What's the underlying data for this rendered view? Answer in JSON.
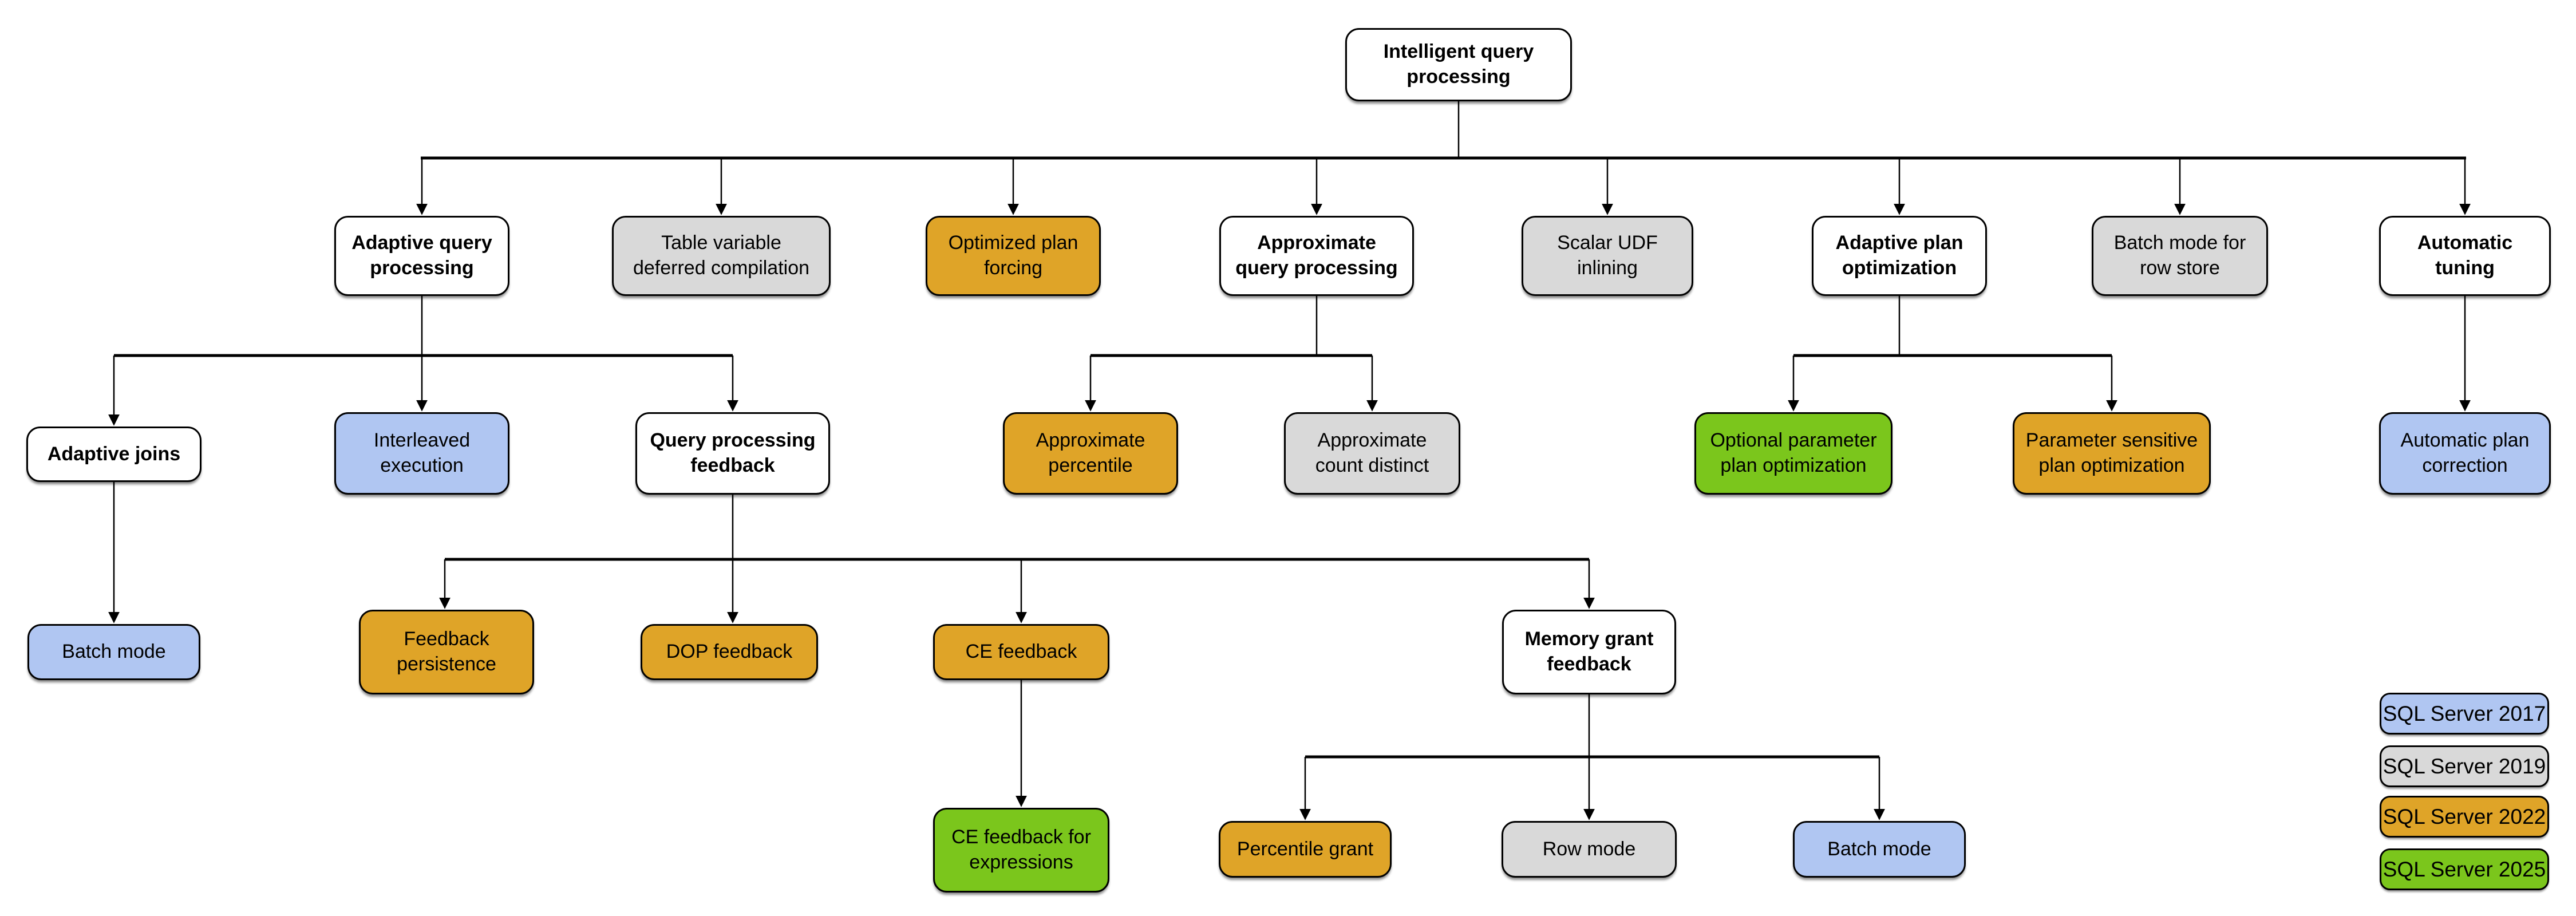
{
  "diagram": {
    "root_label": "Intelligent query processing",
    "versions": {
      "category_fill": "#ffffff",
      "sql2017_fill": "#b0c6f2",
      "sql2019_fill": "#d9d9d9",
      "sql2022_fill": "#dfa428",
      "sql2025_fill": "#7bc61c",
      "border": "#000000"
    },
    "nodes": [
      {
        "id": "intelligent-query-processing",
        "label": "Intelligent query\nprocessing",
        "version": "category"
      },
      {
        "id": "adaptive-query-processing",
        "label": "Adaptive query\nprocessing",
        "version": "category"
      },
      {
        "id": "table-variable-deferred-compilation",
        "label": "Table variable\ndeferred compilation",
        "version": "SQL Server 2019"
      },
      {
        "id": "optimized-plan-forcing",
        "label": "Optimized plan\nforcing",
        "version": "SQL Server 2022"
      },
      {
        "id": "approximate-query-processing",
        "label": "Approximate\nquery processing",
        "version": "category"
      },
      {
        "id": "scalar-udf-inlining",
        "label": "Scalar UDF\ninlining",
        "version": "SQL Server 2019"
      },
      {
        "id": "adaptive-plan-optimization",
        "label": "Adaptive plan\noptimization",
        "version": "category"
      },
      {
        "id": "batch-mode-for-row-store",
        "label": "Batch mode for\nrow store",
        "version": "SQL Server 2019"
      },
      {
        "id": "automatic-tuning",
        "label": "Automatic\ntuning",
        "version": "category"
      },
      {
        "id": "adaptive-joins",
        "label": "Adaptive joins",
        "version": "category"
      },
      {
        "id": "interleaved-execution",
        "label": "Interleaved\nexecution",
        "version": "SQL Server 2017"
      },
      {
        "id": "query-processing-feedback",
        "label": "Query processing\nfeedback",
        "version": "category"
      },
      {
        "id": "approximate-percentile",
        "label": "Approximate\npercentile",
        "version": "SQL Server 2022"
      },
      {
        "id": "approximate-count-distinct",
        "label": "Approximate\ncount distinct",
        "version": "SQL Server 2019"
      },
      {
        "id": "optional-parameter-plan-optimization",
        "label": "Optional parameter\nplan optimization",
        "version": "SQL Server 2025"
      },
      {
        "id": "parameter-sensitive-plan-optimization",
        "label": "Parameter sensitive\nplan optimization",
        "version": "SQL Server 2022"
      },
      {
        "id": "automatic-plan-correction",
        "label": "Automatic plan\ncorrection",
        "version": "SQL Server 2017"
      },
      {
        "id": "batch-mode-adaptive-joins",
        "label": "Batch mode",
        "version": "SQL Server 2017"
      },
      {
        "id": "feedback-persistence",
        "label": "Feedback\npersistence",
        "version": "SQL Server 2022"
      },
      {
        "id": "dop-feedback",
        "label": "DOP feedback",
        "version": "SQL Server 2022"
      },
      {
        "id": "ce-feedback",
        "label": "CE feedback",
        "version": "SQL Server 2022"
      },
      {
        "id": "memory-grant-feedback",
        "label": "Memory grant\nfeedback",
        "version": "category"
      },
      {
        "id": "ce-feedback-for-expressions",
        "label": "CE feedback for\nexpressions",
        "version": "SQL Server 2025"
      },
      {
        "id": "percentile-grant",
        "label": "Percentile grant",
        "version": "SQL Server 2022"
      },
      {
        "id": "row-mode",
        "label": "Row mode",
        "version": "SQL Server 2019"
      },
      {
        "id": "batch-mode-memory-grant",
        "label": "Batch mode",
        "version": "SQL Server 2017"
      }
    ],
    "legend": [
      {
        "label": "SQL Server 2017",
        "color": "#b0c6f2"
      },
      {
        "label": "SQL Server 2019",
        "color": "#d9d9d9"
      },
      {
        "label": "SQL Server 2022",
        "color": "#dfa428"
      },
      {
        "label": "SQL Server 2025",
        "color": "#7bc61c"
      }
    ]
  }
}
